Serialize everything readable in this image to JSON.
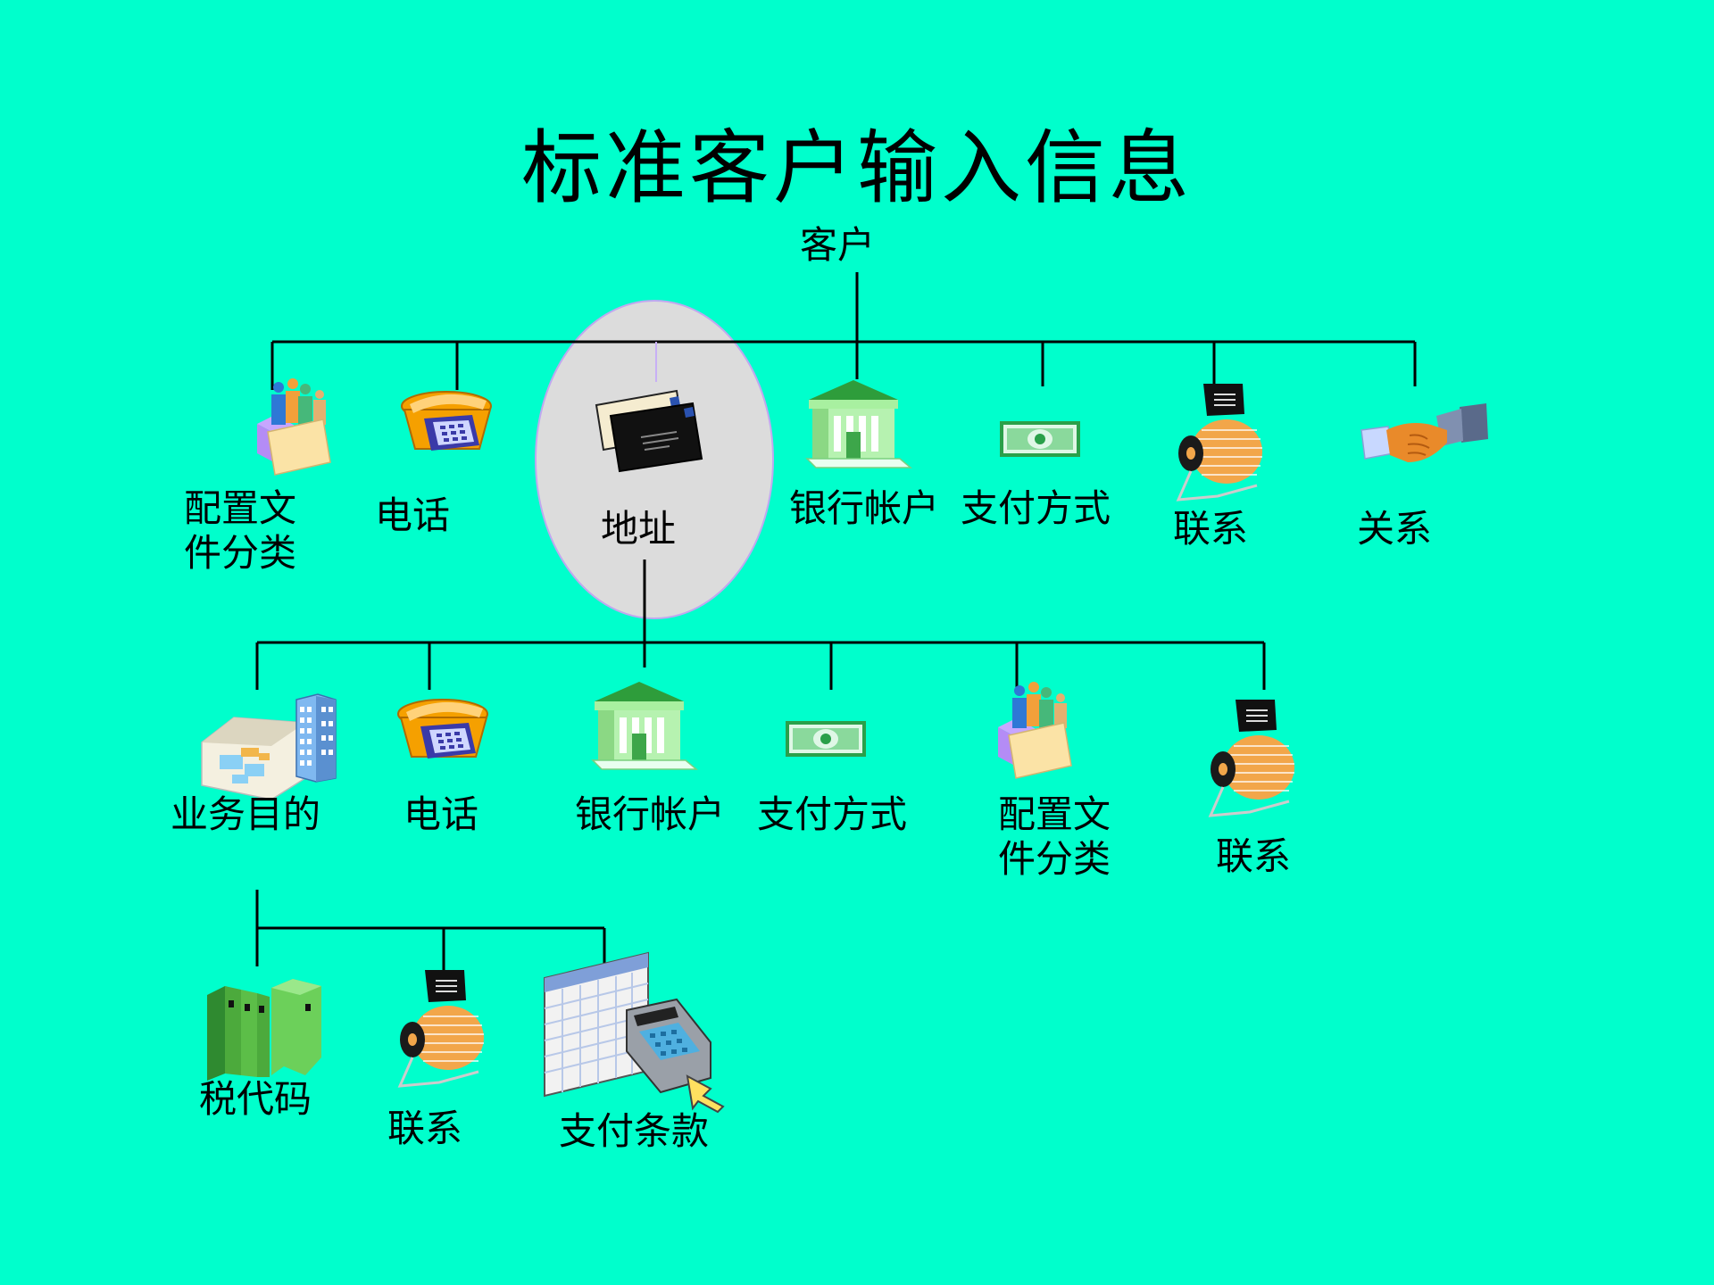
{
  "title": "标准客户输入信息",
  "root": "客户",
  "level1": [
    "配置文件分类",
    "电话",
    "地址",
    "银行帐户",
    "支付方式",
    "联系",
    "关系"
  ],
  "level2": [
    "业务目的",
    "电话",
    "银行帐户",
    "支付方式",
    "配置文件分类",
    "联系"
  ],
  "level3": [
    "税代码",
    "联系",
    "支付条款"
  ],
  "colors": {
    "background": "#00ffcc",
    "highlight": "#dcdcdc",
    "line": "#000000"
  },
  "icons": [
    "folder-people-icon",
    "telephone-icon",
    "envelopes-icon",
    "bank-building-icon",
    "money-bill-icon",
    "rolodex-icon",
    "handshake-icon",
    "office-buildings-icon",
    "binders-icon",
    "calculator-calendar-icon"
  ]
}
